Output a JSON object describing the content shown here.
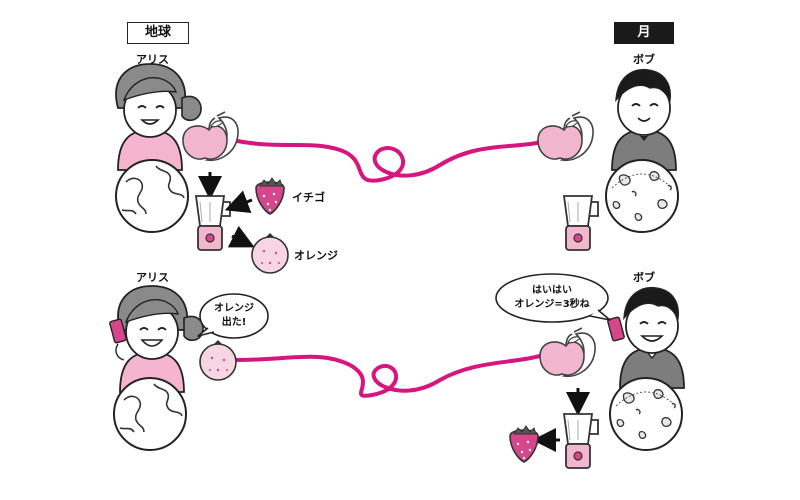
{
  "labels": {
    "earth": "地球",
    "moon": "月",
    "alice_top": "アリス",
    "bob_top": "ボブ",
    "alice_bottom": "アリス",
    "bob_bottom": "ボブ",
    "strawberry": "イチゴ",
    "orange": "オレンジ"
  },
  "bubbles": {
    "alice_line1": "オレンジ",
    "alice_line2": "出た!",
    "bob_line1": "はいはい",
    "bob_line2": "オレンジ=3秒ね"
  },
  "colors": {
    "cable": "#d6157f",
    "pink_fill": "#f2b6cf",
    "pink_dark": "#d6468a",
    "face": "#ffffff",
    "hair_alice": "#8a8a8a",
    "hair_bob": "#1a1a1a",
    "sweater": "#f5b5cf",
    "jacket": "#7d7d7d",
    "moon_box_bg": "#1a1a1a"
  },
  "icons": [
    "person-icon",
    "earth-globe-icon",
    "moon-icon",
    "apple-icon",
    "banana-icon",
    "blender-icon",
    "strawberry-icon",
    "orange-icon",
    "phone-icon",
    "speech-bubble-icon",
    "arrow-icon"
  ]
}
